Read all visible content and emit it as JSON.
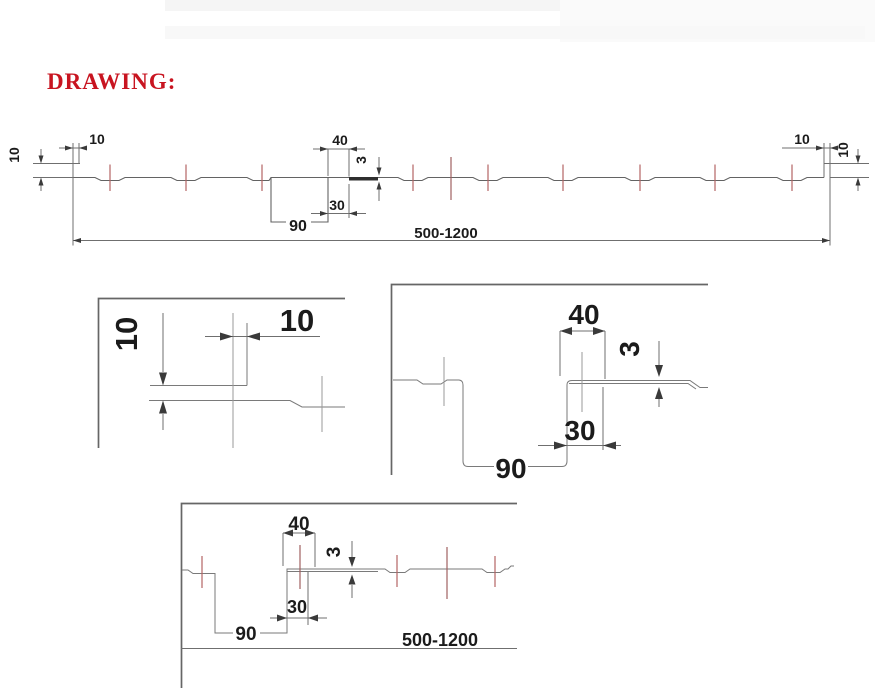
{
  "title": {
    "label": "DRAWING:"
  },
  "drawing": {
    "main_profile": {
      "left_lip_height": "10",
      "left_lip_width": "10",
      "rib_top_width": "40",
      "sheet_thickness": "3",
      "rib_step_width": "30",
      "rib_bottom_width": "90",
      "overall_width": "500-1200",
      "right_lip_width": "10",
      "right_lip_height": "10"
    },
    "left_detail": {
      "lip_height": "10",
      "lip_width": "10"
    },
    "right_detail": {
      "rib_top_width": "40",
      "sheet_thickness": "3",
      "rib_step_width": "30",
      "rib_bottom_width": "90"
    },
    "bottom_detail": {
      "rib_top_width": "40",
      "sheet_thickness": "3",
      "rib_step_width": "30",
      "rib_bottom_width": "90",
      "overall_width": "500-1200"
    }
  },
  "colors": {
    "title_red": "#c81420",
    "line_gray": "#636363",
    "centerline_red": "#b36565",
    "text": "#1b1b1b"
  }
}
